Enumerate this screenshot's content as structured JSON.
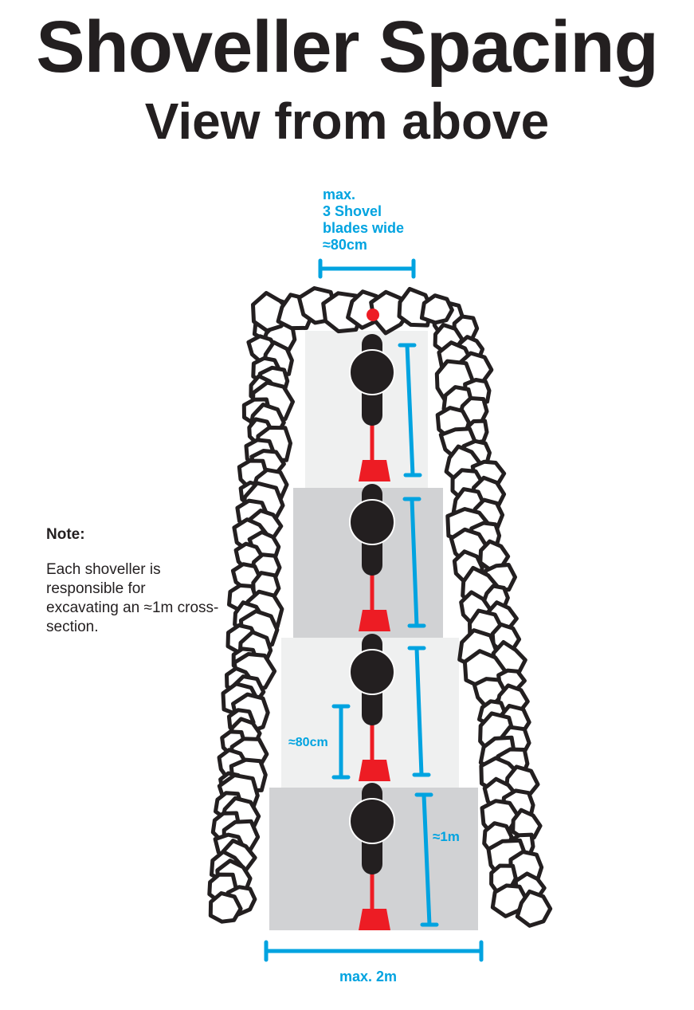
{
  "title": "Shoveller Spacing",
  "subtitle": "View from above",
  "top_dimension": [
    "max.",
    "3 Shovel",
    "blades wide",
    "≈80cm"
  ],
  "note": {
    "heading": "Note:",
    "body": "Each shoveller is responsible for excavating an ≈1m cross-section."
  },
  "labels": {
    "shovel_spacing": "≈80cm",
    "section_length": "≈1m",
    "max_width": "max. 2m"
  },
  "shoveller_count": 4,
  "colors": {
    "accent": "#00a3e0",
    "shovel": "#ed1c24",
    "figure": "#231f20",
    "light_section": "#eff0f0",
    "dark_section": "#d1d2d4"
  }
}
